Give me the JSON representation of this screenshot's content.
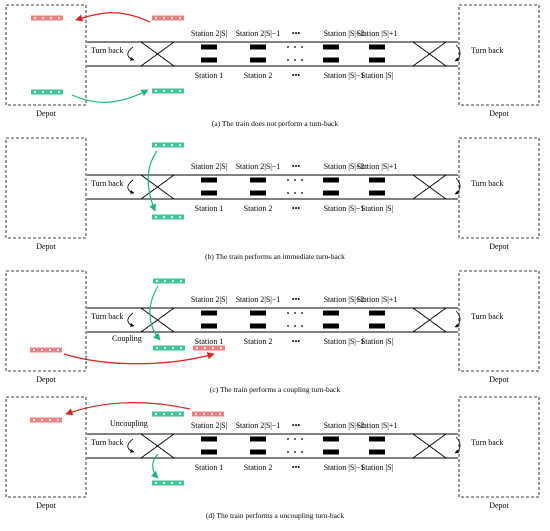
{
  "panels": [
    {
      "caption": "(a) The train does not perform a turn-back",
      "depot_left": "Depot",
      "depot_right": "Depot",
      "turn_back_left": "Turn back",
      "turn_back_right": "Turn back",
      "extra_label": "",
      "upper_stations": [
        "Station 2|S|",
        "Station 2|S|−1",
        "•••",
        "Station |S|+2",
        "Station |S|+1"
      ],
      "lower_stations": [
        "Station 1",
        "Station 2",
        "•••",
        "Station |S|−1",
        "Station |S|"
      ]
    },
    {
      "caption": "(b) The train performs an immediate turn-back",
      "depot_left": "Depot",
      "depot_right": "Depot",
      "turn_back_left": "Turn back",
      "turn_back_right": "Turn back",
      "extra_label": "",
      "upper_stations": [
        "Station 2|S|",
        "Station 2|S|−1",
        "•••",
        "Station |S|+2",
        "Station |S|+1"
      ],
      "lower_stations": [
        "Station 1",
        "Station 2",
        "•••",
        "Station |S|−1",
        "Station |S|"
      ]
    },
    {
      "caption": "(c) The train performs a coupling turn-back",
      "depot_left": "Depot",
      "depot_right": "Depot",
      "turn_back_left": "Turn back",
      "turn_back_right": "Turn back",
      "extra_label": "Coupling",
      "upper_stations": [
        "Station 2|S|",
        "Station 2|S|−1",
        "•••",
        "Station |S|+2",
        "Station |S|+1"
      ],
      "lower_stations": [
        "Station 1",
        "Station 2",
        "•••",
        "Station |S|−1",
        "Station |S|"
      ]
    },
    {
      "caption": "(d) The train performs a uncoupling turn-back",
      "depot_left": "Depot",
      "depot_right": "Depot",
      "turn_back_left": "Turn back",
      "turn_back_right": "Turn back",
      "extra_label": "Uncoupling",
      "upper_stations": [
        "Station 2|S|",
        "Station 2|S|−1",
        "•••",
        "Station |S|+2",
        "Station |S|+1"
      ],
      "lower_stations": [
        "Station 1",
        "Station 2",
        "•••",
        "Station |S|−1",
        "Station |S|"
      ]
    }
  ],
  "colors": {
    "outbound_train": "#f08080",
    "inbound_train": "#3ec59a",
    "outbound_arrow": "#e02020",
    "inbound_arrow": "#1db37e",
    "line": "#000000",
    "platform": "#000000"
  }
}
